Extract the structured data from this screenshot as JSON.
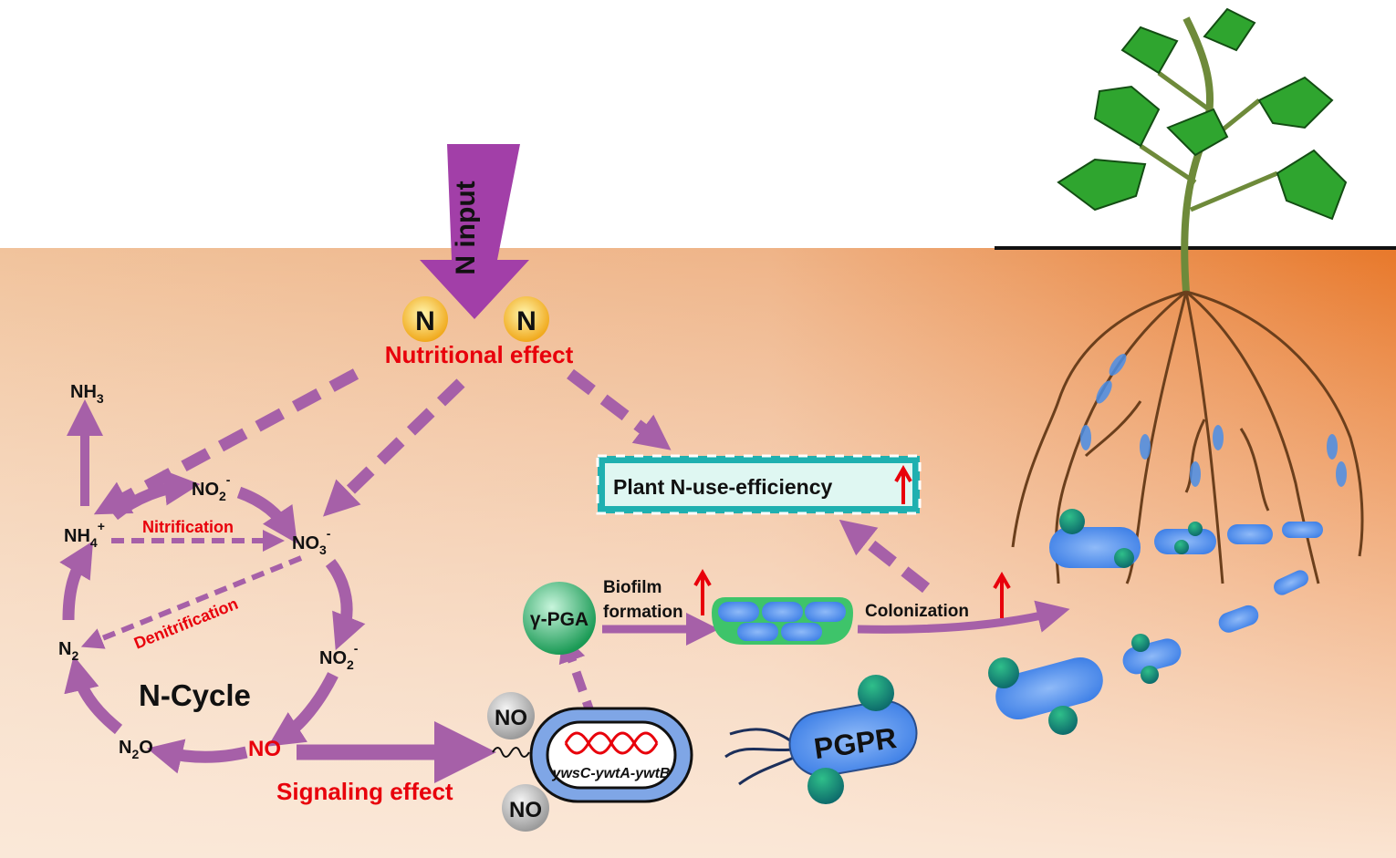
{
  "colors": {
    "arrow": "#a660a8",
    "red_label": "#e8000b",
    "soil_light": "#f6e2cf",
    "soil_dark": "#e8782a",
    "leaf": "#2fa52f",
    "root": "#6b3f1c",
    "bacteria": "#4a8ee8",
    "gpga": "#2fbf7a"
  },
  "n_input": {
    "label": "N input",
    "atom_left": "N",
    "atom_right": "N"
  },
  "nutritional_effect": "Nutritional effect",
  "signaling_effect": "Signaling effect",
  "plant_nue": "Plant N-use-efficiency",
  "ncycle": {
    "title": "N-Cycle",
    "nh3": {
      "base": "NH",
      "sub": "3"
    },
    "nh4": {
      "base": "NH",
      "sub": "4",
      "sup": "+"
    },
    "no2_top": {
      "base": "NO",
      "sub": "2",
      "sup": "-"
    },
    "no3": {
      "base": "NO",
      "sub": "3",
      "sup": "-"
    },
    "no2_right": {
      "base": "NO",
      "sub": "2",
      "sup": "-"
    },
    "no": "NO",
    "n2o": {
      "pre": "N",
      "sub": "2",
      "post": "O"
    },
    "n2": {
      "base": "N",
      "sub": "2"
    },
    "nitrification": "Nitrification",
    "denitrification": "Denitrification"
  },
  "bacterium": {
    "genes": "ywsC-ywtA-ywtB",
    "no_top": "NO",
    "no_bottom": "NO"
  },
  "gpga": "γ-PGA",
  "biofilm": {
    "line1": "Biofilm",
    "line2": "formation"
  },
  "colonization": "Colonization",
  "pgpr": "PGPR",
  "icons": [
    "up-arrow-red",
    "dna-helix",
    "plant",
    "roots",
    "bacteria"
  ]
}
